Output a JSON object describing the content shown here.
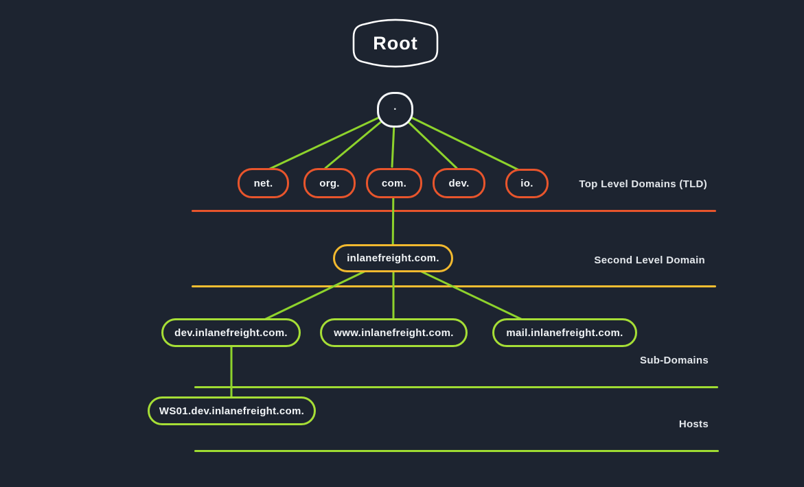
{
  "diagram": {
    "root": {
      "label": "Root"
    },
    "dns_dot": {
      "label": "."
    },
    "tlds": [
      {
        "label": "net."
      },
      {
        "label": "org."
      },
      {
        "label": "com."
      },
      {
        "label": "dev."
      },
      {
        "label": "io."
      }
    ],
    "second_level": {
      "label": "inlanefreight.com."
    },
    "subdomains": [
      {
        "label": "dev.inlanefreight.com."
      },
      {
        "label": "www.inlanefreight.com."
      },
      {
        "label": "mail.inlanefreight.com."
      }
    ],
    "hosts": [
      {
        "label": "WS01.dev.inlanefreight.com."
      }
    ],
    "tier_labels": {
      "tld": "Top Level Domains (TLD)",
      "second_level": "Second Level Domain",
      "subdomains": "Sub-Domains",
      "hosts": "Hosts"
    },
    "colors": {
      "background": "#1d2430",
      "root_border": "#ffffff",
      "tld_border": "#e8552c",
      "tld_divider": "#e8552c",
      "second_level_border": "#f2b92f",
      "second_level_divider": "#f8bf31",
      "subdomain_border": "#a6de36",
      "green_divider": "#9fdc32",
      "connector_line": "#8ed32c",
      "node_text": "#f2f5f7",
      "label_text": "#e4e8ec"
    }
  }
}
